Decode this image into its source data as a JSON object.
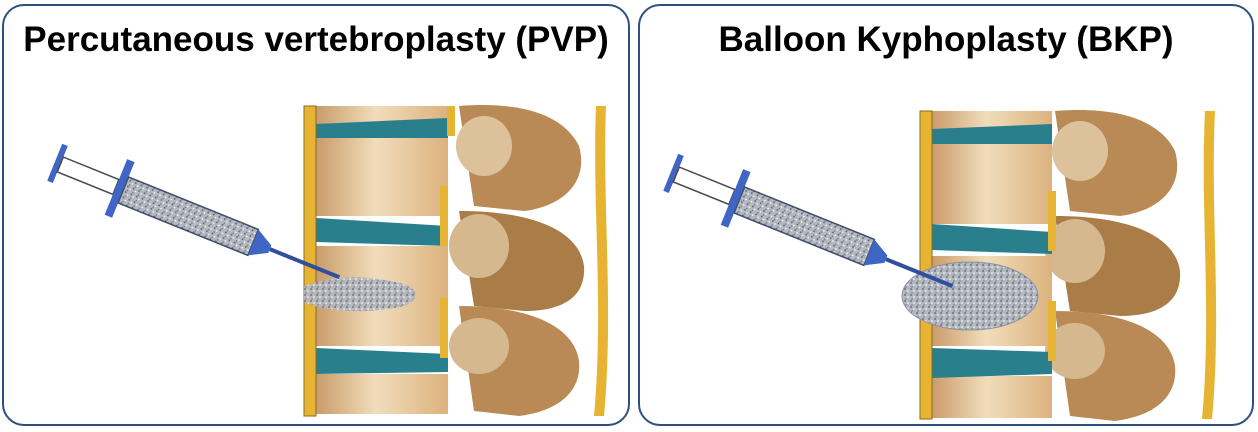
{
  "panels": [
    {
      "title": "Percutaneous vertebroplasty (PVP)",
      "cement": "scattered"
    },
    {
      "title": "Balloon Kyphoplasty (BKP)",
      "cement": "balloon"
    }
  ],
  "colors": {
    "border": "#2f4f7f",
    "bone": "#e8cfa6",
    "bone_dark": "#c99c6a",
    "disc": "#2a7f8c",
    "ligament": "#e6b432",
    "syringe_blue": "#3f66c4",
    "cement": "#a9adb6"
  }
}
